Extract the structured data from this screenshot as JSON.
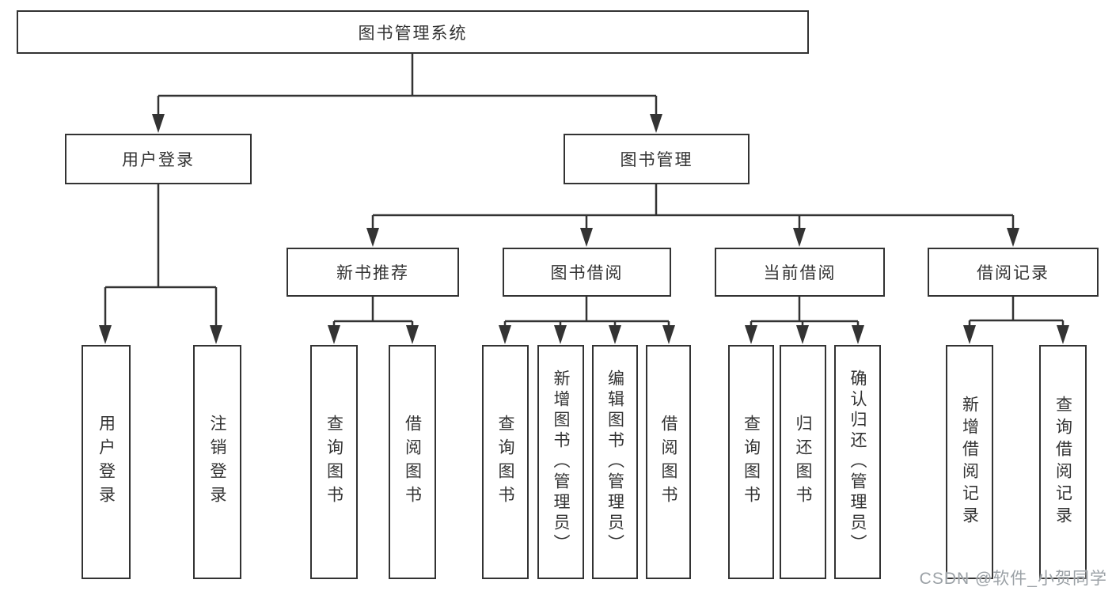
{
  "diagram_title": "图书管理系统",
  "nodes": {
    "root": "图书管理系统",
    "user_login": "用户登录",
    "book_mgmt": "图书管理",
    "new_book_rec": "新书推荐",
    "book_borrow": "图书借阅",
    "current_borrow": "当前借阅",
    "borrow_record": "借阅记录",
    "leaf_user_login": "用户登录",
    "leaf_logout": "注销登录",
    "leaf_query_book_rec": "查询图书",
    "leaf_borrow_book_rec": "借阅图书",
    "leaf_query_book_borrow": "查询图书",
    "leaf_add_book_admin": "新增图书（管理员）",
    "leaf_edit_book_admin": "编辑图书（管理员）",
    "leaf_borrow_book_borrow": "借阅图书",
    "leaf_query_book_current": "查询图书",
    "leaf_return_book": "归还图书",
    "leaf_confirm_return_admin": "确认归还（管理员）",
    "leaf_add_borrow_record": "新增借阅记录",
    "leaf_query_borrow_record": "查询借阅记录"
  },
  "colors": {
    "line": "#333333",
    "box_border": "#333333",
    "box_fill": "#ffffff",
    "text": "#333333",
    "watermark": "#9ba1a6"
  },
  "watermark": "CSDN @软件_小贺同学"
}
